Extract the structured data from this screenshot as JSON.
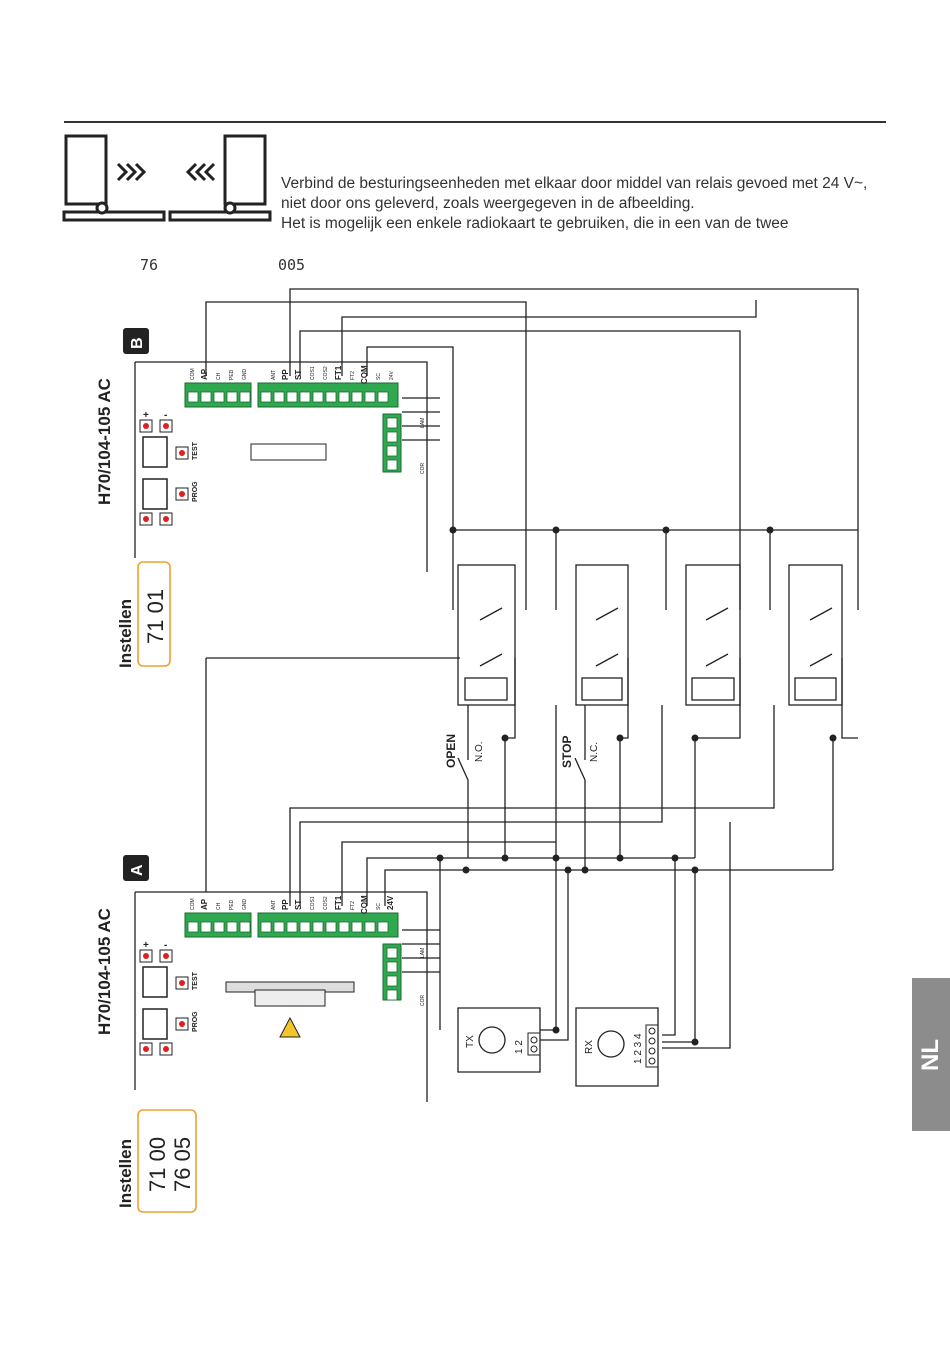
{
  "intro": {
    "line1": "Verbind de besturingseenheden met elkaar door middel van relais gevoed met 24 V~,",
    "line2": "niet door ons geleverd, zoals weergegeven in de afbeelding.",
    "line3": "Het is mogelijk een enkele radiokaart te gebruiken, die in een van de twee"
  },
  "param_labels": {
    "left": "76",
    "right": "005"
  },
  "panel_b": {
    "badge": "B",
    "model": "H70/104-105 AC",
    "settings_label": "Instellen",
    "display_lines": [
      "71 01"
    ]
  },
  "panel_a": {
    "badge": "A",
    "model": "H70/104-105 AC",
    "settings_label": "Instellen",
    "display_lines": [
      "71 00",
      "76 05"
    ]
  },
  "terminals_left": [
    "COM",
    "AP",
    "CH",
    "PED",
    "GND"
  ],
  "terminals_right": [
    "ANT",
    "PP",
    "ST",
    "COS1",
    "COS2",
    "FT1",
    "FT2",
    "COM",
    "SC",
    "24V"
  ],
  "side_terminal_labels": {
    "top": "LAM",
    "bottom": "COR"
  },
  "buttons": {
    "plus": "+",
    "minus": "-",
    "test": "TEST",
    "prog": "PROG"
  },
  "contacts": [
    {
      "name": "OPEN",
      "type": "N.O."
    },
    {
      "name": "STOP",
      "type": "N.C."
    }
  ],
  "modules": {
    "tx": {
      "name": "TX",
      "pins": "1 2"
    },
    "rx": {
      "name": "RX",
      "pins": "1 2 3 4"
    }
  },
  "language_tab": "NL",
  "colors": {
    "terminal_green": "#2fa84f",
    "display_orange": "#f0a030",
    "led_red": "#e02020",
    "tab_gray": "#8c8c8c"
  }
}
